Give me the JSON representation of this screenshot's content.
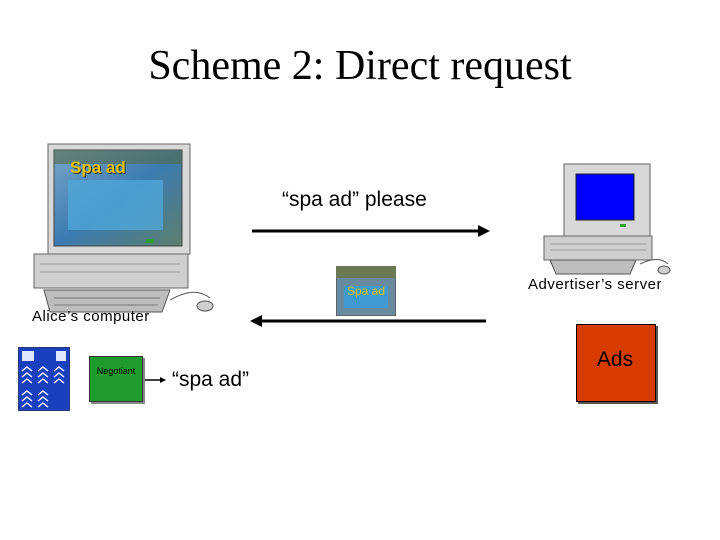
{
  "title": "Scheme 2: Direct request",
  "request_label": "“spa ad” please",
  "advertiser_label": "Advertiser’s server",
  "alice_label": "Alice’s computer",
  "negotiant_label": "Negotiant",
  "keyword_label": "“spa ad”",
  "ads_label": "Ads",
  "screen_ad_text": "Spa ad",
  "thumb_ad_text": "Spa ad",
  "colors": {
    "ads_box": "#d63c00",
    "negotiant_box": "#1f9a2c",
    "screen_blue": "#0000ff",
    "arrow": "#000000"
  }
}
